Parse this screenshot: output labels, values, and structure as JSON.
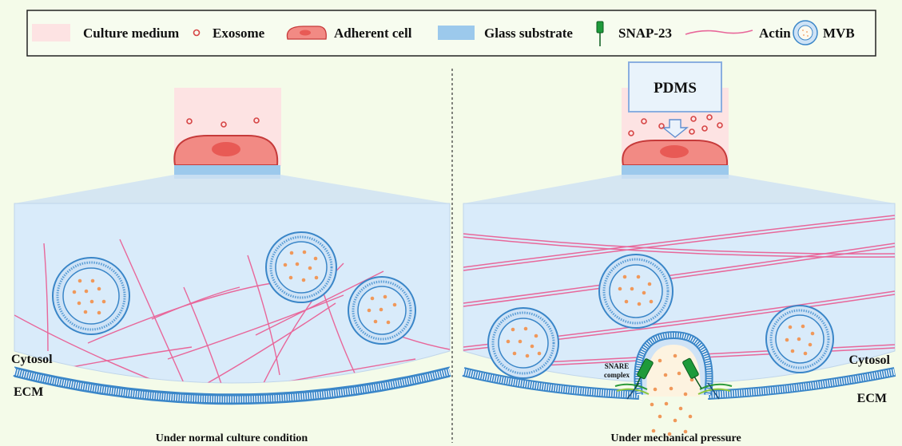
{
  "legend": {
    "items": [
      {
        "label": "Culture medium",
        "icon": "culture-medium-swatch"
      },
      {
        "label": "Exosome",
        "icon": "exosome-icon"
      },
      {
        "label": "Adherent cell",
        "icon": "adherent-cell-icon"
      },
      {
        "label": "Glass substrate",
        "icon": "glass-substrate-swatch"
      },
      {
        "label": "SNAP-23",
        "icon": "snap23-icon"
      },
      {
        "label": "Actin",
        "icon": "actin-icon"
      },
      {
        "label": "MVB",
        "icon": "mvb-icon"
      }
    ]
  },
  "left_panel": {
    "cytosol_label": "Cytosol",
    "ecm_label": "ECM",
    "caption": "Under normal culture condition"
  },
  "right_panel": {
    "pdms_label": "PDMS",
    "snare_label_line1": "SNARE",
    "snare_label_line2": "complex",
    "cytosol_label": "Cytosol",
    "ecm_label": "ECM",
    "caption": "Under mechanical pressure"
  },
  "colors": {
    "background": "#f4fbe9",
    "culture_medium": "#fde3e3",
    "exosome": "#d64545",
    "cell_fill": "#f28a84",
    "cell_nucleus": "#e85a55",
    "cell_outline": "#c63a3a",
    "glass": "#9cc9ec",
    "cytosol": "#d9ebfa",
    "membrane": "#3a86c8",
    "actin": "#e8679a",
    "snap23": "#1e9a3a",
    "cargo": "#f0985a",
    "pdms_box": "#e9f3fb",
    "pdms_border": "#8aaee0"
  }
}
